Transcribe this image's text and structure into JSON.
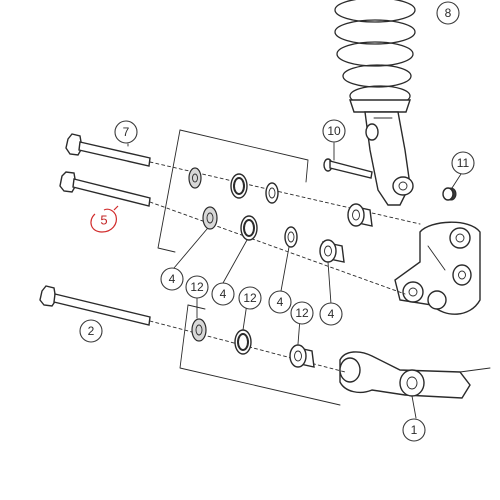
{
  "callouts": {
    "c8": "8",
    "c7": "7",
    "c10": "10",
    "c11": "11",
    "c5": "5",
    "c4a": "4",
    "c12a": "12",
    "c4b": "4",
    "c12b": "12",
    "c4c": "4",
    "c12c": "12",
    "c4d": "4",
    "c2": "2",
    "c1": "1"
  }
}
